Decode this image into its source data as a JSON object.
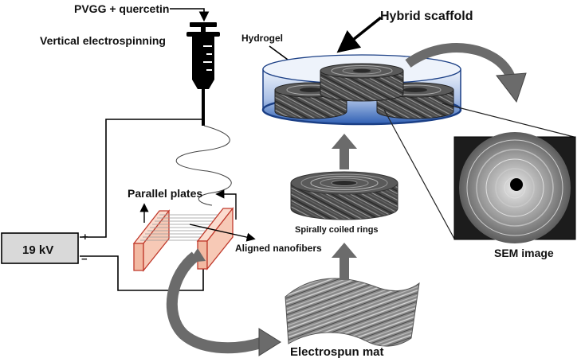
{
  "labels": {
    "polymer": "PVGG + quercetin",
    "vertical": "Vertical electrospinning",
    "hybrid": "Hybrid scaffold",
    "hydrogel": "Hydrogel",
    "plates": "Parallel plates",
    "voltage": "19 kV",
    "plus": "+",
    "minus": "−",
    "aligned": "Aligned nanofibers",
    "rings": "Spirally coiled rings",
    "mat": "Electrospun mat",
    "sem": "SEM image"
  },
  "icons": {
    "syringe": "syringe-icon",
    "flow_arrow": "process-arrow-icon",
    "curved_arrow": "curved-arrow-icon"
  },
  "colors": {
    "plate_fill": "#f7c9b6",
    "plate_stroke": "#c0392b",
    "hydrogel_top": "#dfe8f7",
    "hydrogel_bottom": "#2f5fb3",
    "fiber_dark": "#3a3a3a",
    "arrow_gray": "#6b6b6b"
  }
}
